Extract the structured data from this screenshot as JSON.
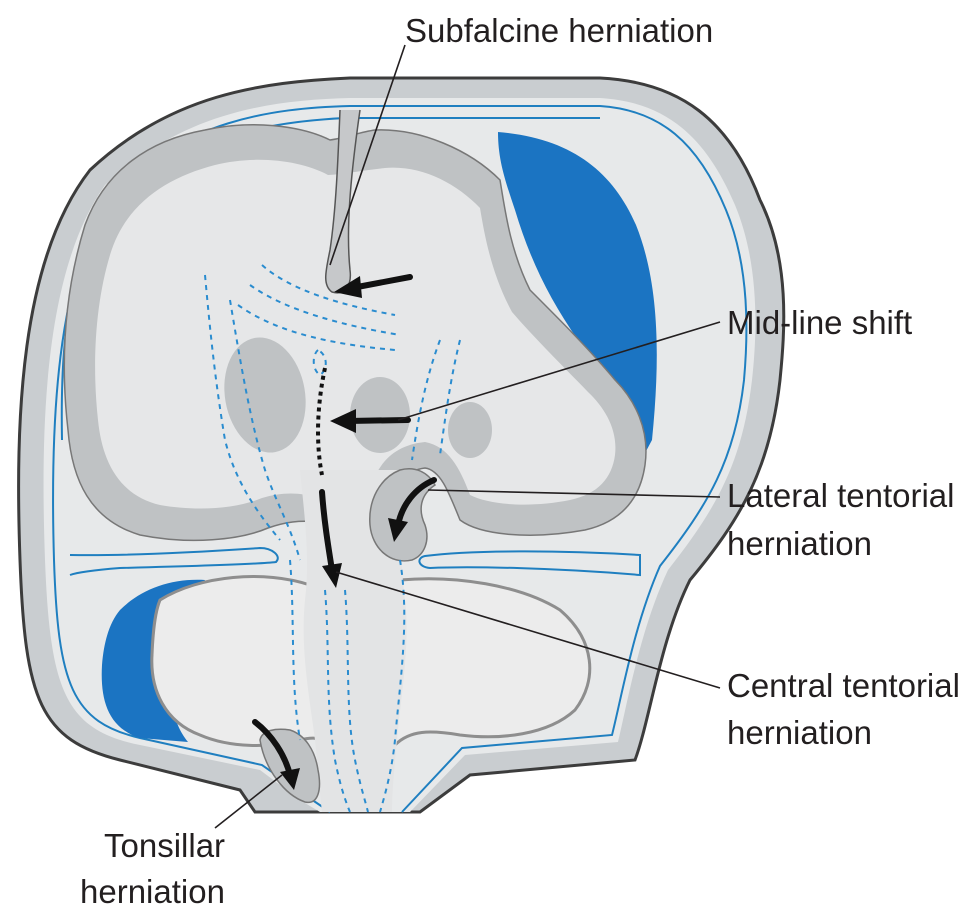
{
  "labels": {
    "subfalcine": "Subfalcine herniation",
    "midline": "Mid-line shift",
    "lateral_line1": "Lateral tentorial",
    "lateral_line2": "herniation",
    "central_line1": "Central tentorial",
    "central_line2": "herniation",
    "tonsillar_line1": "Tonsillar",
    "tonsillar_line2": "herniation"
  },
  "colors": {
    "skull": "#c9cdd0",
    "skull_outline": "#3c3c3c",
    "brain": "#ececec",
    "cortex": "#bfc2c4",
    "hematoma": "#1b74c2",
    "membrane": "#1f7fc0",
    "csf_dash": "#2a8ccf",
    "arrow": "#111111",
    "text": "#231f20"
  }
}
